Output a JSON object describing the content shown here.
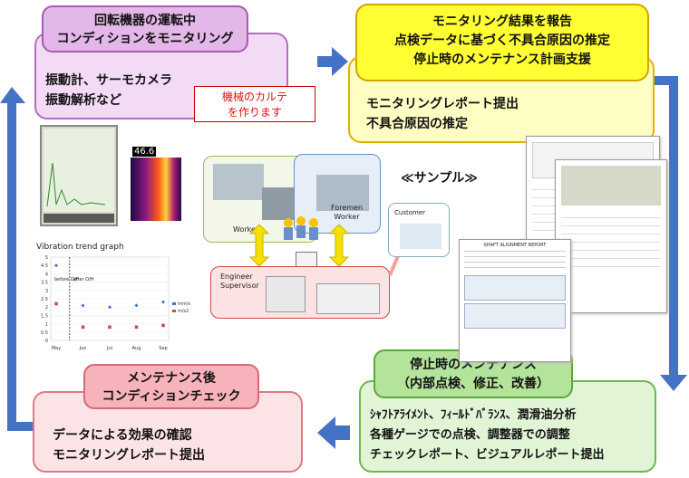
{
  "step1": {
    "title_line1": "回転機器の運転中",
    "title_line2": "コンディションをモニタリング",
    "body_line1": "振動計、サーモカメラ",
    "body_line2": "振動解析など",
    "callout_line1": "機械のカルテ",
    "callout_line2": "を作ります"
  },
  "step2": {
    "title_line1": "モニタリング結果を報告",
    "title_line2": "点検データに基づく不具合原因の推定",
    "title_line3": "停止時のメンテナンス計画支援",
    "body_line1": "モニタリングレポート提出",
    "body_line2": "不具合原因の推定"
  },
  "step3": {
    "title_line1": "停止時のメンテナンス",
    "title_line2": "（内部点検、修正、改善）",
    "body_line1": "ｼｬﾌﾄｱﾗｲﾒﾝﾄ、ﾌｨｰﾙﾄﾞﾊﾞﾗﾝｽ、潤滑油分析",
    "body_line2": "各種ゲージでの点検、調整器での調整",
    "body_line3": "チェックレポート、ビジュアルレポート提出"
  },
  "step4": {
    "title_line1": "メンテナンス後",
    "title_line2": "コンディションチェック",
    "body_line1": "データによる効果の確認",
    "body_line2": "モニタリングレポート提出"
  },
  "sample_label": "≪サンプル≫",
  "org": {
    "worker": "Worker",
    "foremen_line1": "Foremen",
    "foremen_line2": "Worker",
    "engineer_line1": "Engineer",
    "engineer_line2": "Supervisor",
    "customer": "Customer"
  },
  "thermal_reading": "46.6",
  "vibration_chart": {
    "title": "Vibration trend graph",
    "before_label": "before O/H",
    "after_label": "after O/H",
    "legend": [
      "mm/s",
      "m/s2"
    ],
    "yticks": [
      "5",
      "4.5",
      "4",
      "3.5",
      "3",
      "2.5",
      "2",
      "1.5",
      "1",
      "0.5",
      "0"
    ],
    "months": [
      "May",
      "Jun",
      "Jul",
      "Aug",
      "Sep"
    ]
  },
  "chart_data": {
    "type": "scatter",
    "title": "Vibration trend graph",
    "ylim": [
      0,
      5
    ],
    "x": [
      "May",
      "Jun",
      "Jul",
      "Aug",
      "Sep"
    ],
    "series": [
      {
        "name": "mm/s",
        "values": [
          4.5,
          2.1,
          2.0,
          2.1,
          2.3
        ]
      },
      {
        "name": "m/s2",
        "values": [
          2.2,
          0.8,
          0.8,
          0.8,
          0.9
        ]
      }
    ]
  },
  "colors": {
    "arrow": "#4472c4",
    "step1_title": "#e4b7e9",
    "step1_body": "#f3dbf6",
    "step2_title": "#ffff33",
    "step2_body": "#ffffc4",
    "step3_title": "#b4e39c",
    "step3_body": "#e2f4d6",
    "step4_title": "#f6b3bc",
    "step4_body": "#fce4e6"
  },
  "sample_report_title": "SHAFT ALIGNMENT REPORT"
}
